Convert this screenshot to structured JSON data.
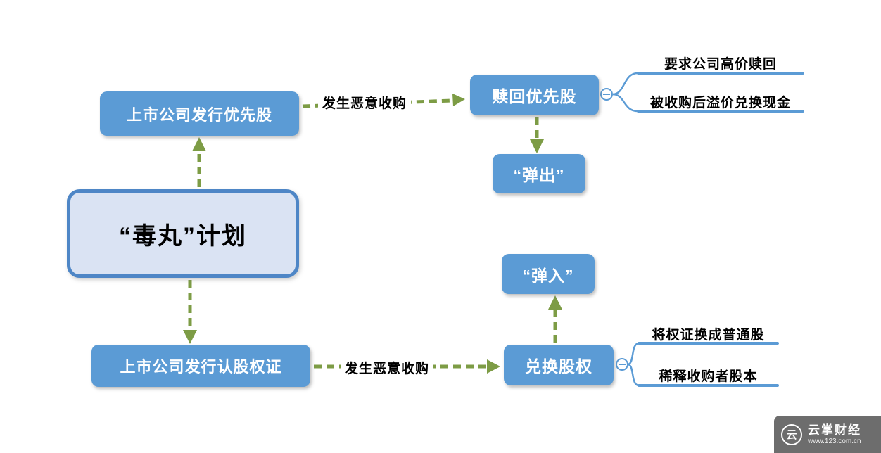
{
  "colors": {
    "node_fill": "#5b9bd5",
    "center_fill": "#dae3f3",
    "center_border": "#4e86c6",
    "arrow_green": "#7d9c45",
    "bracket_blue": "#5b9bd5",
    "watermark_bg": "#6d6d6d"
  },
  "nodes": {
    "center": "“毒丸”计划",
    "preferred_issue": "上市公司发行优先股",
    "redeem": "赎回优先股",
    "pop_out": "“弹出”",
    "warrant_issue": "上市公司发行认股权证",
    "convert": "兑换股权",
    "pop_in": "“弹入”"
  },
  "edges": {
    "top_label": "发生恶意收购",
    "bottom_label": "发生恶意收购"
  },
  "redeem_details": [
    "要求公司高价赎回",
    "被收购后溢价兑换现金"
  ],
  "convert_details": [
    "将权证换成普通股",
    "稀释收购者股本"
  ],
  "watermark": {
    "brand": "云掌财经",
    "url": "www.123.com.cn",
    "logo_glyph": "云"
  }
}
